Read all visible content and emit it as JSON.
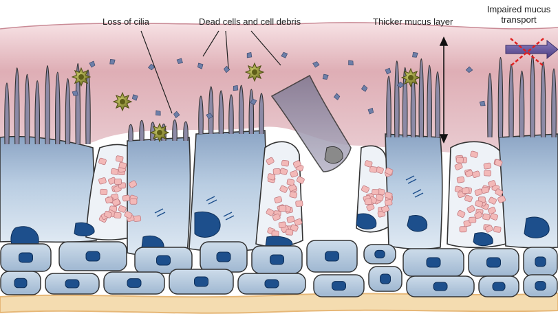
{
  "labels": {
    "loss_of_cilia": "Loss of cilia",
    "dead_cells": "Dead cells and cell debris",
    "thicker_mucus": "Thicker mucus layer",
    "impaired_line1": "Impaired mucus",
    "impaired_line2": "transport"
  },
  "colors": {
    "mucus": "#d9a3ab",
    "cell_body": "#b7cbe0",
    "nucleus": "#1d4f8c",
    "goblet_granule": "#f3b9b8",
    "basement_membrane": "#f3d7a6",
    "cross_mark": "#e02020",
    "transport_arrow": "#5a4a8f",
    "pathogen": "#8a8a2a"
  },
  "icons": {
    "pathogen": "spiky-particle-icon",
    "blocked": "red-x-icon"
  }
}
